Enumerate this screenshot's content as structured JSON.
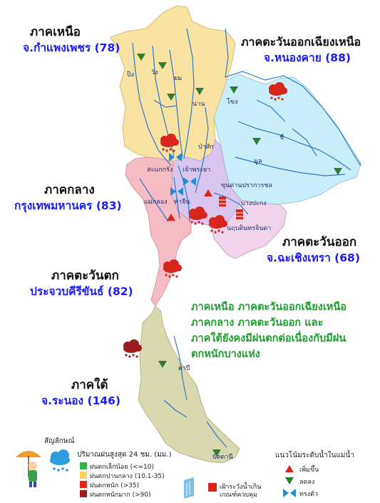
{
  "regions": [
    {
      "name": "ภาคเหนือ",
      "province": "จ.กำแพงเพชร (78)"
    },
    {
      "name": "ภาคตะวันออกเฉียงเหนือ",
      "province": "จ.หนองคาย (88)"
    },
    {
      "name": "ภาคกลาง",
      "province": "กรุงเทพมหานคร (83)"
    },
    {
      "name": "ภาคตะวันออก",
      "province": "จ.ฉะเชิงเทรา (68)"
    },
    {
      "name": "ภาคตะวันตก",
      "province": "ประจวบคีรีขันธ์ (82)"
    },
    {
      "name": "ภาคใต้",
      "province": "จ.ระนอง (146)"
    }
  ],
  "summary_lines": [
    "ภาคเหนือ ภาคตะวันออกเฉียงเหนือ",
    "ภาคกลาง ภาคตะวันออก และ",
    "ภาคใต้ยังคงมีฝนตกต่อเนื่องกับมีฝน",
    "ตกหนักบางแห่ง"
  ],
  "river_labels": [
    "ปิง",
    "วัง",
    "ยม",
    "น่าน",
    "โขง",
    "ชี",
    "มูล",
    "ป่าสัก",
    "สะแกกรัง",
    "เจ้าพระยา",
    "แม่กลอง",
    "ท่าจีน",
    "บางปะกง",
    "ตาปี",
    "ปัตตานี"
  ],
  "station_labels": [
    "ขุนด่านปราการชล",
    "นฤบดินทรจินดา"
  ],
  "legend": {
    "symbol_title": "สัญลักษณ์",
    "rain_title": "ปริมาณฝนสูงสุด 24 ชม. (มม.)",
    "rain_levels": [
      {
        "label": "ฝนตกเล็กน้อย (<=10)",
        "color": "#2db84a"
      },
      {
        "label": "ฝนตกปานกลาง (10.1-35)",
        "color": "#f2d25b"
      },
      {
        "label": "ฝนตกหนัก (>35)",
        "color": "#e3241b"
      },
      {
        "label": "ฝนตกหนักมาก (>90)",
        "color": "#9b1c1c"
      }
    ],
    "dam_label_line1": "เฝ้าระวังน้ำเกิน",
    "dam_label_line2": "เกณฑ์ควบคุม",
    "trend_title": "แนวโน้มระดับน้ำในแม่น้ำ",
    "trend_items": [
      "เพิ่มขึ้น",
      "ลดลง",
      "ทรงตัว"
    ]
  },
  "colors": {
    "north": "#f9e3a3",
    "northeast": "#c8eefa",
    "central": "#f5bcc4",
    "central_core": "#d8c6ef",
    "east": "#efd4ec",
    "west": "#f5b7bf",
    "south": "#d9d8ae",
    "river": "#2f79c9",
    "rise": "#d7261e",
    "fall": "#2f7d32",
    "steady": "#1e8fd6",
    "text_region": "#111111",
    "text_province": "#1a1aff",
    "text_summary": "#1fa02e"
  },
  "icons": [
    "rain-cloud-icon",
    "triangle-up-icon",
    "triangle-down-icon",
    "double-arrow-icon",
    "dam-icon",
    "boy-umbrella-icon"
  ]
}
